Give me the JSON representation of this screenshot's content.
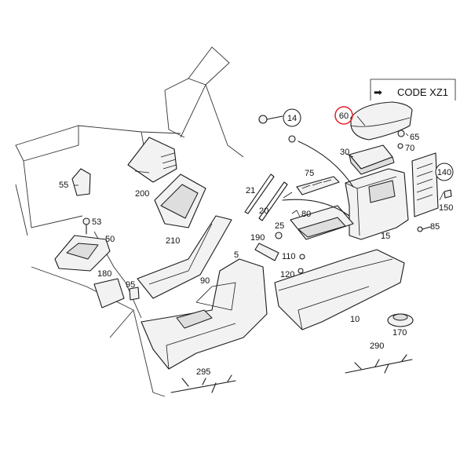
{
  "code_box": {
    "arrow": "➡",
    "text": "CODE XZ1"
  },
  "highlight_color": "#e0202a",
  "labels": {
    "p5": "5",
    "p10": "10",
    "p14": "14",
    "p15": "15",
    "p20": "20",
    "p21": "21",
    "p25": "25",
    "p30": "30",
    "p50": "50",
    "p53": "53",
    "p55": "55",
    "p60": "60",
    "p65": "65",
    "p70": "70",
    "p75": "75",
    "p80": "80",
    "p85": "85",
    "p90": "90",
    "p95": "95",
    "p110": "110",
    "p120": "120",
    "p140": "140",
    "p150": "150",
    "p170": "170",
    "p180": "180",
    "p190": "190",
    "p200": "200",
    "p210": "210",
    "p290": "290",
    "p295": "295"
  }
}
